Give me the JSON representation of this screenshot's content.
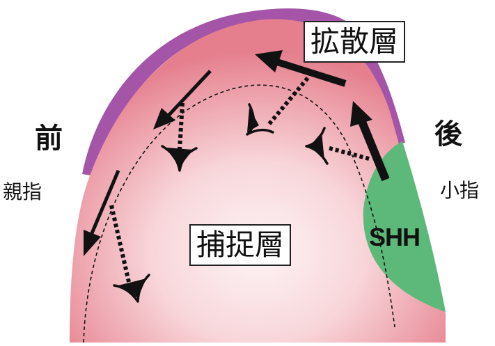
{
  "labels": {
    "anterior": "前",
    "thumb": "親指",
    "posterior": "後",
    "little_finger": "小指",
    "diffusion_layer": "拡散層",
    "capture_layer": "捕捉層",
    "shh": "SHH"
  },
  "colors": {
    "outer_layer": "#a455a8",
    "mesenchyme_edge": "#e8818f",
    "mesenchyme_center": "#fdf4f5",
    "zpa": "#5cb97a",
    "arrows": "#111111"
  }
}
